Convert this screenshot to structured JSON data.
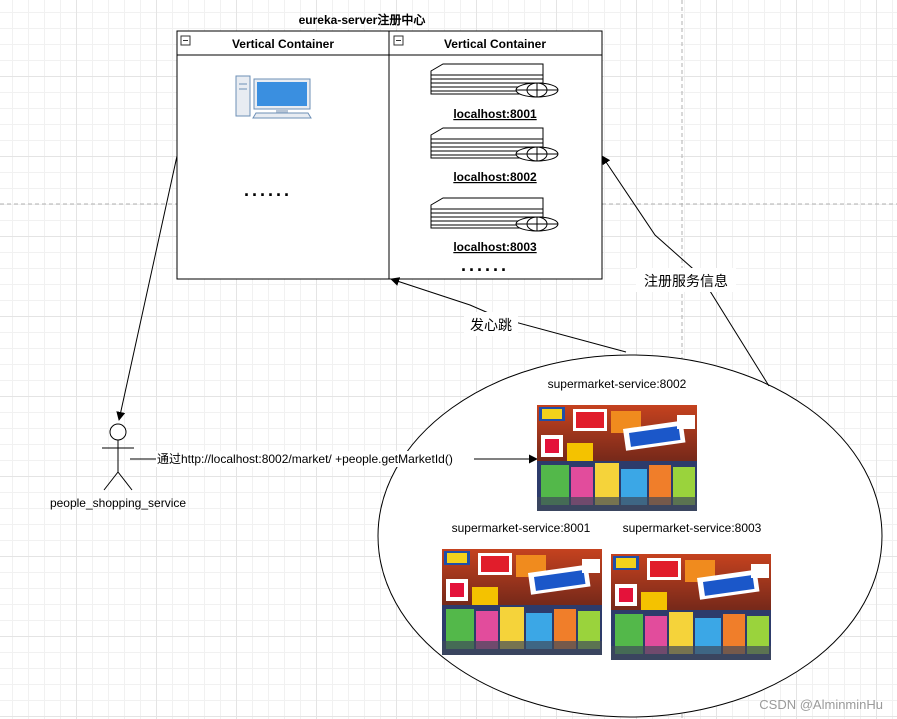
{
  "registry": {
    "title": "eureka-server注册中心",
    "left_container": {
      "label": "Vertical Container",
      "ellipsis": "......"
    },
    "right_container": {
      "label": "Vertical Container",
      "servers": [
        "localhost:8001",
        "localhost:8002",
        "localhost:8003"
      ],
      "ellipsis": "......"
    }
  },
  "edges": {
    "heartbeat": "发心跳",
    "register": "注册服务信息",
    "call": "通过http://localhost:8002/market/ +people.getMarketId()"
  },
  "actor": {
    "label": "people_shopping_service"
  },
  "cluster": {
    "services": [
      "supermarket-service:8002",
      "supermarket-service:8001",
      "supermarket-service:8003"
    ]
  },
  "watermark": "CSDN @AlminminHu"
}
